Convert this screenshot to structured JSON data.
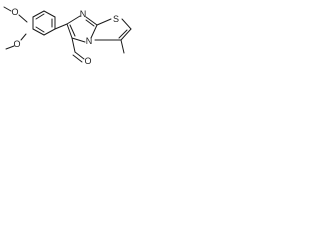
{
  "structure": {
    "atoms": {
      "o_ether_upper": "O",
      "o_ether_lower": "O",
      "n_imidazole": "N",
      "n_bridge": "N",
      "s_thiazole": "S",
      "o_aldehyde": "O"
    }
  }
}
